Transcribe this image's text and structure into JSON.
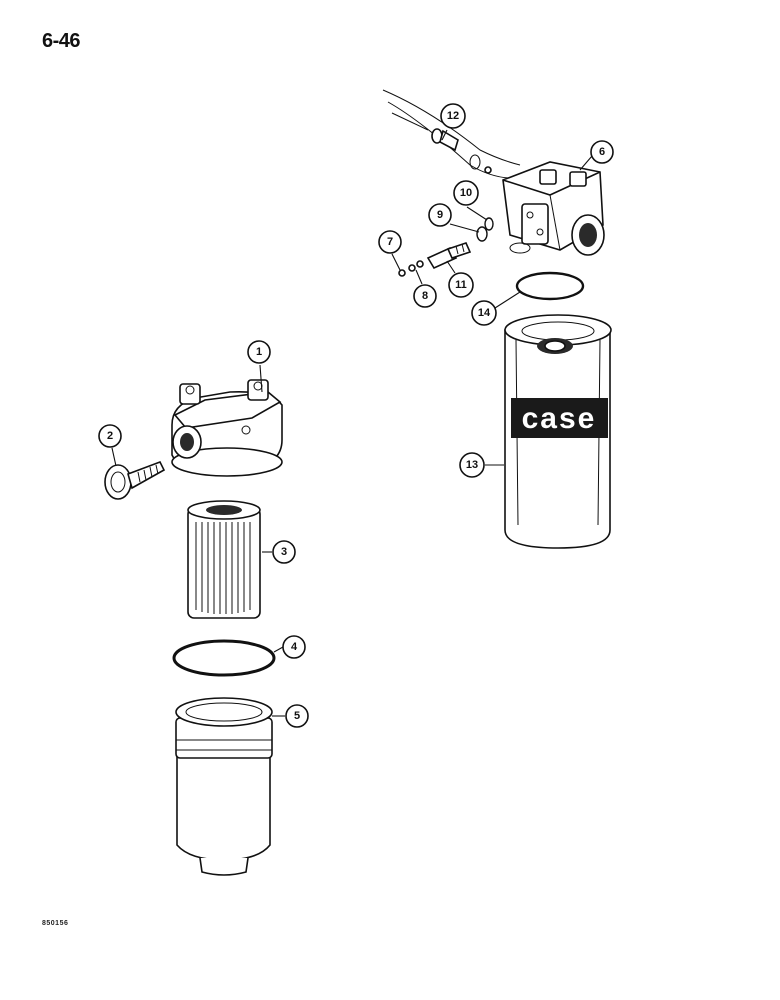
{
  "page": {
    "page_number": "6-46",
    "figure_code": "850156"
  },
  "filter_logo": "case",
  "callouts": [
    {
      "id": 1,
      "label": "1"
    },
    {
      "id": 2,
      "label": "2"
    },
    {
      "id": 3,
      "label": "3"
    },
    {
      "id": 4,
      "label": "4"
    },
    {
      "id": 5,
      "label": "5"
    },
    {
      "id": 6,
      "label": "6"
    },
    {
      "id": 7,
      "label": "7"
    },
    {
      "id": 8,
      "label": "8"
    },
    {
      "id": 9,
      "label": "9"
    },
    {
      "id": 10,
      "label": "10"
    },
    {
      "id": 11,
      "label": "11"
    },
    {
      "id": 12,
      "label": "12"
    },
    {
      "id": 13,
      "label": "13"
    },
    {
      "id": 14,
      "label": "14"
    }
  ]
}
